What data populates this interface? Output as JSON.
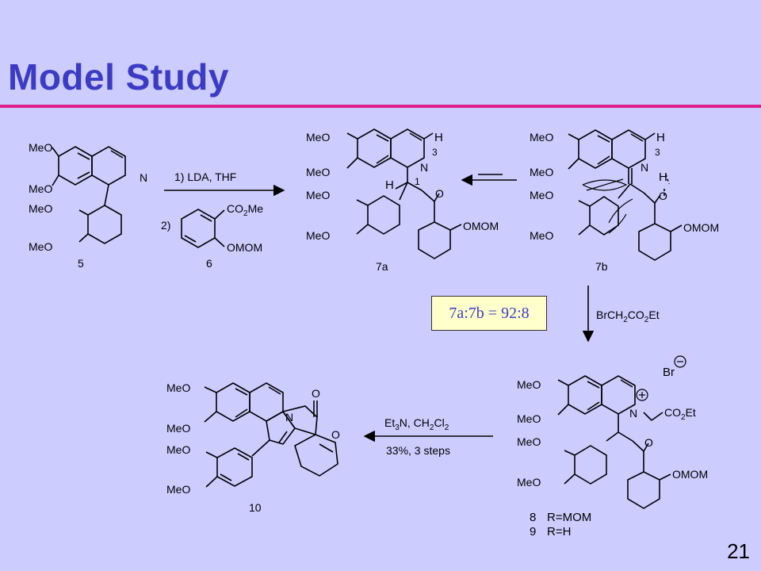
{
  "title": "Model Study",
  "page_number": "21",
  "ratio_note": "7a:7b = 92:8",
  "compounds": {
    "c5": {
      "label": "5",
      "meo": "MeO",
      "n": "N"
    },
    "c6": {
      "label": "6",
      "step": "2)",
      "ester": "CO",
      "ester_sub": "2",
      "ester_me": "Me",
      "omom": "OMOM"
    },
    "c7a": {
      "label": "7a",
      "meo": "MeO",
      "h": "H",
      "locant3": "3",
      "locant1": "1",
      "n": "N",
      "o": "O",
      "omom": "OMOM"
    },
    "c7b": {
      "label": "7b",
      "meo": "MeO",
      "h": "H",
      "locant3": "3",
      "n": "N",
      "o": "O",
      "omom": "OMOM"
    },
    "c8": {
      "label": "8",
      "r": "R=MOM"
    },
    "c9": {
      "label": "9",
      "r": "R=H"
    },
    "salt": {
      "meo": "MeO",
      "br": "Br",
      "n": "N",
      "o": "O",
      "co2et": "CO",
      "co2et_sub": "2",
      "co2et_end": "Et",
      "omom": "OMOM"
    },
    "c10": {
      "label": "10",
      "meo": "MeO",
      "n": "N",
      "o": "O"
    }
  },
  "reagents": {
    "step1": "1) LDA, THF",
    "alkylation": {
      "a": "BrCH",
      "a_sub": "2",
      "b": "CO",
      "b_sub": "2",
      "c": "Et"
    },
    "cyclization": {
      "a": "Et",
      "a_sub": "3",
      "b": "N, CH",
      "b_sub": "2",
      "c": "Cl",
      "c_sub": "2"
    },
    "yield": "33%, 3 steps"
  }
}
